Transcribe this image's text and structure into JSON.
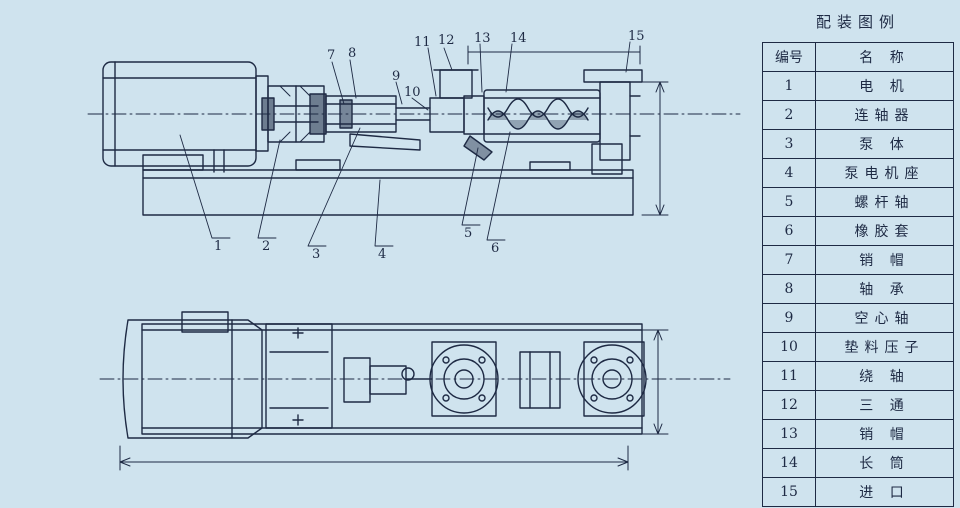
{
  "legend": {
    "title": "配装图例",
    "headers": {
      "number": "编号",
      "name": "名 称"
    },
    "rows": [
      {
        "no": "1",
        "name": "电 机"
      },
      {
        "no": "2",
        "name": "连轴器"
      },
      {
        "no": "3",
        "name": "泵 体"
      },
      {
        "no": "4",
        "name": "泵电机座"
      },
      {
        "no": "5",
        "name": "螺杆轴"
      },
      {
        "no": "6",
        "name": "橡胶套"
      },
      {
        "no": "7",
        "name": "销 帽"
      },
      {
        "no": "8",
        "name": "轴 承"
      },
      {
        "no": "9",
        "name": "空心轴"
      },
      {
        "no": "10",
        "name": "垫料压子"
      },
      {
        "no": "11",
        "name": "绕 轴"
      },
      {
        "no": "12",
        "name": "三 通"
      },
      {
        "no": "13",
        "name": "销 帽"
      },
      {
        "no": "14",
        "name": "长 筒"
      },
      {
        "no": "15",
        "name": "进 口"
      }
    ]
  },
  "callouts": {
    "c1": "1",
    "c2": "2",
    "c3": "3",
    "c4": "4",
    "c5": "5",
    "c6": "6",
    "c7": "7",
    "c8": "8",
    "c9": "9",
    "c10": "10",
    "c11": "11",
    "c12": "12",
    "c13": "13",
    "c14": "14",
    "c15": "15"
  },
  "colors": {
    "background": "#cfe3ee",
    "ink": "#1e2a44"
  }
}
